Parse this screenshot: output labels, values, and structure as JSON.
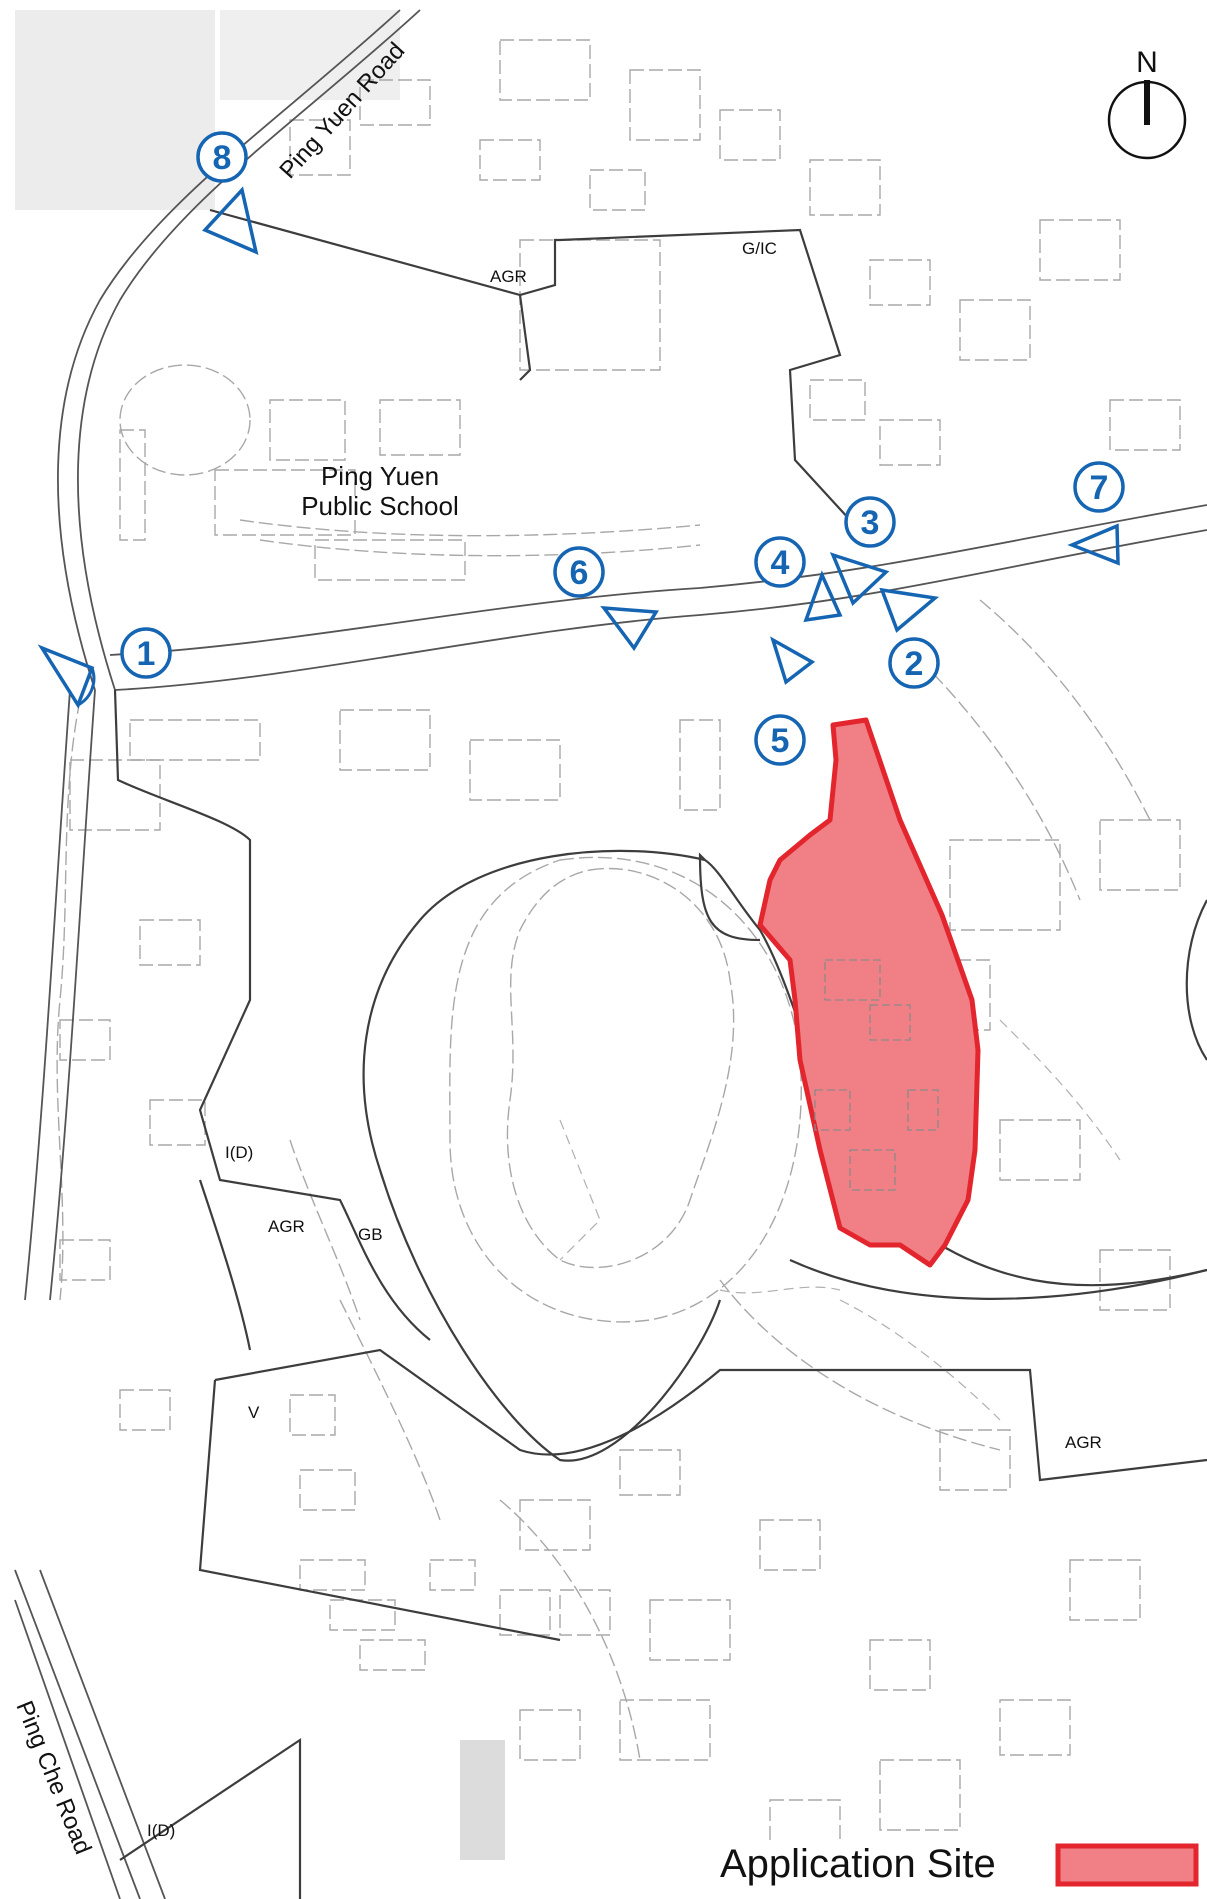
{
  "map": {
    "north_label": "N",
    "roads": {
      "ping_yuen": "Ping Yuen Road",
      "ping_che": "Ping Che Road"
    },
    "places": {
      "school_line1": "Ping Yuen",
      "school_line2": "Public School"
    },
    "zones": {
      "agr_north": "AGR",
      "gic": "G/IC",
      "id_west": "I(D)",
      "agr_west": "AGR",
      "gb": "GB",
      "v": "V",
      "agr_east": "AGR",
      "id_south": "I(D)"
    },
    "viewpoints": [
      "1",
      "2",
      "3",
      "4",
      "5",
      "6",
      "7",
      "8"
    ],
    "legend": {
      "label": "Application Site"
    },
    "colors": {
      "site_fill": "#f07f86",
      "site_stroke": "#e3262e",
      "viewpoint": "#1565b3",
      "boundary": "#4a4a4a",
      "linework": "#9a9a9a"
    }
  }
}
